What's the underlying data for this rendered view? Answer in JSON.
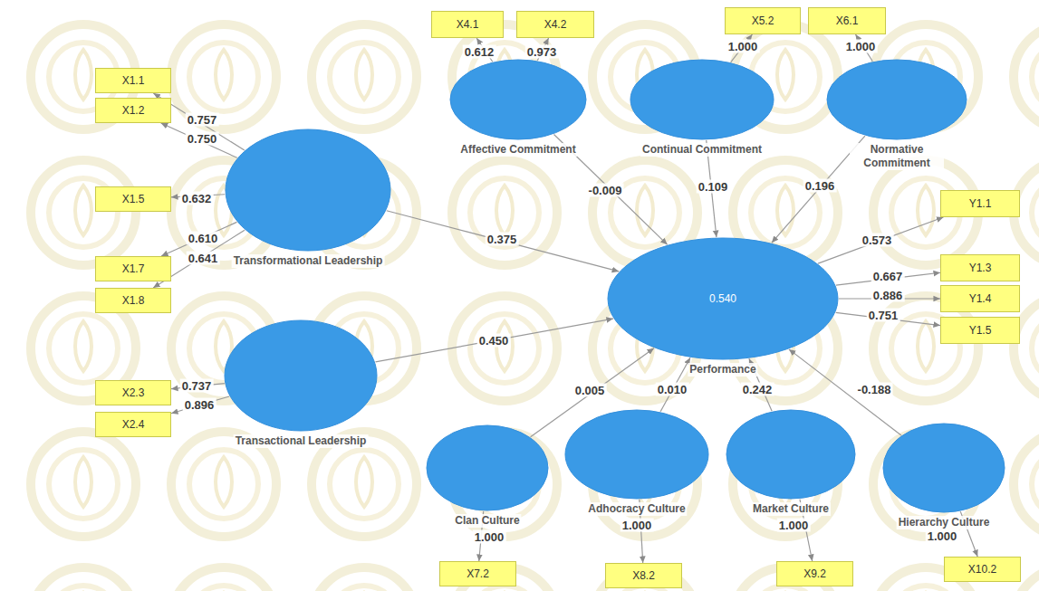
{
  "diagram": {
    "nodes": [
      {
        "text": [
          "X4.1"
        ]
      },
      {
        "text": [
          "X4.2"
        ]
      },
      {
        "text": [
          "X5.2"
        ]
      },
      {
        "text": [
          "X6.1"
        ]
      },
      {
        "text": [
          "Affective Commitment"
        ]
      },
      {
        "text": [
          "Continual Commitment"
        ]
      },
      {
        "text": [
          "Normative Commitment"
        ]
      },
      {
        "text": [
          "X1.1"
        ]
      },
      {
        "text": [
          "X1.2"
        ]
      },
      {
        "text": [
          "Transformational Leadership"
        ]
      },
      {
        "text": [
          "X1.5"
        ]
      },
      {
        "text": [
          "Y1.1"
        ]
      },
      {
        "text": [
          "X1.7"
        ]
      },
      {
        "text": [
          "X1.8"
        ]
      },
      {
        "text": [
          "Y1.3"
        ]
      },
      {
        "text": [
          "Y1.4"
        ]
      },
      {
        "text": [
          "Y1.5"
        ]
      },
      {
        "text": [
          "0.540",
          "Performance"
        ]
      },
      {
        "text": [
          "Transactional Leadership"
        ]
      },
      {
        "text": [
          "X2.3"
        ]
      },
      {
        "text": [
          "X2.4"
        ]
      },
      {
        "text": [
          "Clan Culture"
        ]
      },
      {
        "text": [
          "Adhocracy Culture"
        ]
      },
      {
        "text": [
          "Market Culture"
        ]
      },
      {
        "text": [
          "Hierarchy Culture"
        ]
      },
      {
        "text": [
          "X7.2"
        ]
      },
      {
        "text": [
          "X8.2"
        ]
      },
      {
        "text": [
          "X9.2"
        ]
      },
      {
        "text": [
          "X10.2"
        ]
      }
    ],
    "edges": [
      {
        "from": 9,
        "to": 7,
        "arrow": "to",
        "label": "0.757"
      },
      {
        "from": 9,
        "to": 8,
        "arrow": "to",
        "label": "0.750"
      },
      {
        "from": 9,
        "to": 10,
        "arrow": "to",
        "label": "0.632"
      },
      {
        "from": 9,
        "to": 12,
        "arrow": "to",
        "label": "0.610"
      },
      {
        "from": 9,
        "to": 13,
        "arrow": "to",
        "label": "0.641"
      },
      {
        "from": 18,
        "to": 19,
        "arrow": "to",
        "label": "0.737"
      },
      {
        "from": 18,
        "to": 20,
        "arrow": "to",
        "label": "0.896"
      },
      {
        "from": 4,
        "to": 0,
        "arrow": "to",
        "label": "0.612"
      },
      {
        "from": 4,
        "to": 1,
        "arrow": "to",
        "label": "0.973"
      },
      {
        "from": 5,
        "to": 2,
        "arrow": "to",
        "label": "1.000"
      },
      {
        "from": 6,
        "to": 3,
        "arrow": "to",
        "label": "1.000"
      },
      {
        "from": 17,
        "to": 11,
        "arrow": "to",
        "label": "0.573"
      },
      {
        "from": 17,
        "to": 14,
        "arrow": "to",
        "label": "0.667"
      },
      {
        "from": 17,
        "to": 15,
        "arrow": "to",
        "label": "0.886"
      },
      {
        "from": 17,
        "to": 16,
        "arrow": "to",
        "label": "0.751"
      },
      {
        "from": 21,
        "to": 25,
        "arrow": "to",
        "label": "1.000"
      },
      {
        "from": 22,
        "to": 26,
        "arrow": "to",
        "label": "1.000"
      },
      {
        "from": 23,
        "to": 27,
        "arrow": "to",
        "label": "1.000"
      },
      {
        "from": 24,
        "to": 28,
        "arrow": "to",
        "label": "1.000"
      },
      {
        "from": 4,
        "to": 17,
        "arrow": "to",
        "label": "-0.009"
      },
      {
        "from": 5,
        "to": 17,
        "arrow": "to",
        "label": "0.109"
      },
      {
        "from": 6,
        "to": 17,
        "arrow": "to",
        "label": "0.196"
      },
      {
        "from": 9,
        "to": 17,
        "arrow": "to",
        "label": "0.375"
      },
      {
        "from": 18,
        "to": 17,
        "arrow": "to",
        "label": "0.450"
      },
      {
        "from": 21,
        "to": 17,
        "arrow": "to",
        "label": "0.005"
      },
      {
        "from": 22,
        "to": 17,
        "arrow": "to",
        "label": "0.010"
      },
      {
        "from": 23,
        "to": 17,
        "arrow": "to",
        "label": "0.242"
      },
      {
        "from": 24,
        "to": 17,
        "arrow": "to",
        "label": "-0.188"
      }
    ]
  }
}
